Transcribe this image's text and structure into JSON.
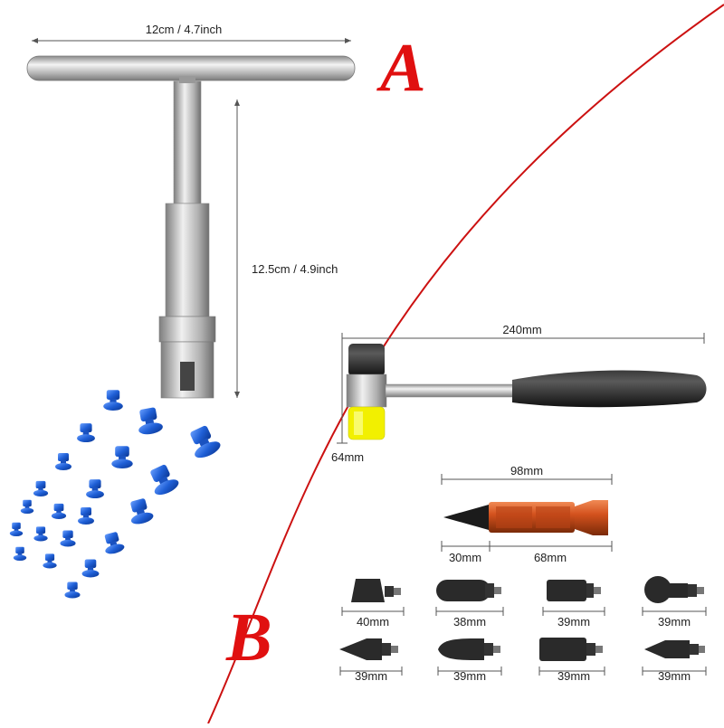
{
  "labels": {
    "section_a": "A",
    "section_b": "B",
    "tbar_width": "12cm / 4.7inch",
    "tbar_height": "12.5cm / 4.9inch",
    "hammer_length": "240mm",
    "hammer_head": "64mm",
    "knockdown_total": "98mm",
    "knockdown_tip": "30mm",
    "knockdown_body": "68mm"
  },
  "heads": [
    {
      "label": "40mm",
      "shape": "cone"
    },
    {
      "label": "38mm",
      "shape": "round"
    },
    {
      "label": "39mm",
      "shape": "flat"
    },
    {
      "label": "39mm",
      "shape": "ball"
    },
    {
      "label": "39mm",
      "shape": "point"
    },
    {
      "label": "39mm",
      "shape": "bullet"
    },
    {
      "label": "39mm",
      "shape": "cylinder"
    },
    {
      "label": "39mm",
      "shape": "small-point"
    }
  ],
  "colors": {
    "divider": "#cc1111",
    "letter": "#e01010",
    "metal": "#b8b8b8",
    "tab_blue": "#1f5fd6",
    "rubber": "#1e1e1e",
    "orange": "#d4521e",
    "yellow": "#f2f000",
    "dim_line": "#555555"
  }
}
